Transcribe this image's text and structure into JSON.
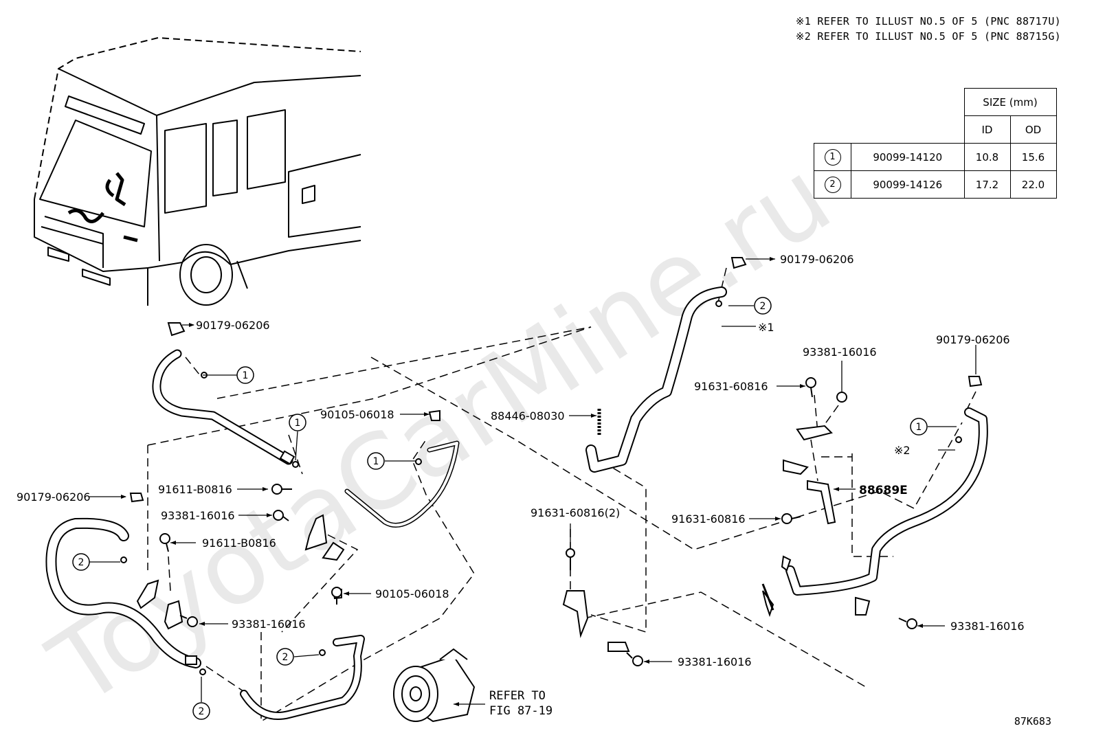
{
  "notes": [
    "※1 REFER TO ILLUST NO.5 OF 5 (PNC 88717U)",
    "※2 REFER TO ILLUST NO.5 OF 5 (PNC 88715G)"
  ],
  "size_table": {
    "header": "SIZE (mm)",
    "col_id": "ID",
    "col_od": "OD",
    "rows": [
      {
        "ref": "1",
        "part": "90099-14120",
        "id": "10.8",
        "od": "15.6"
      },
      {
        "ref": "2",
        "part": "90099-14126",
        "id": "17.2",
        "od": "22.0"
      }
    ]
  },
  "watermark": "ToyotaCarMine.ru",
  "diagram_code": "87K683",
  "refer_text": [
    "REFER TO",
    "FIG 87-19"
  ],
  "note_marks": {
    "m1": "※1",
    "m2": "※2"
  },
  "labels": {
    "p90179_top_left": "90179-06206",
    "p90179_left": "90179-06206",
    "p90179_center": "90179-06206",
    "p90179_right": "90179-06206",
    "p90105_upper": "90105-06018",
    "p90105_lower": "90105-06018",
    "p91611_a": "91611-B0816",
    "p91611_b": "91611-B0816",
    "p93381_left_a": "93381-16016",
    "p93381_left_b": "93381-16016",
    "p93381_center_bottom": "93381-16016",
    "p93381_right_top": "93381-16016",
    "p93381_right_bottom": "93381-16016",
    "p88446": "88446-08030",
    "p91631_a": "91631-60816",
    "p91631_b": "91631-60816",
    "p91631_c": "91631-60816(2)",
    "p88689": "88689E"
  },
  "callouts": {
    "c1": "1",
    "c2": "2"
  }
}
